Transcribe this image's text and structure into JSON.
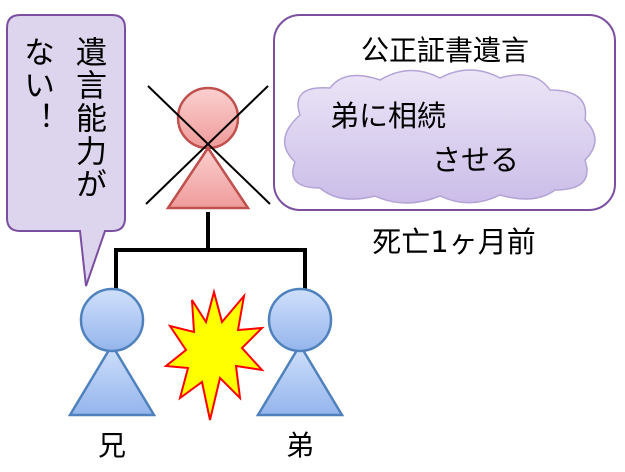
{
  "speech_bubble": {
    "column1": "遺言能力が",
    "column2": "ない！"
  },
  "will_box": {
    "title": "公正証書遺言",
    "cloud_line1": "弟に相続",
    "cloud_line2": "させる"
  },
  "timing_label": "死亡1ヶ月前",
  "people": {
    "older_brother": "兄",
    "younger_brother": "弟"
  },
  "colors": {
    "deceased_fill": "#f2a9a8",
    "deceased_stroke": "#c0504d",
    "child_fill": "#a9c4f0",
    "child_stroke": "#4f81bd",
    "bubble_fill": "#ddd5ee",
    "bubble_stroke": "#7a4fa0",
    "cloud_fill": "#d9cdef",
    "conflict_fill": "#ffff00",
    "conflict_stroke": "#ff0000"
  }
}
